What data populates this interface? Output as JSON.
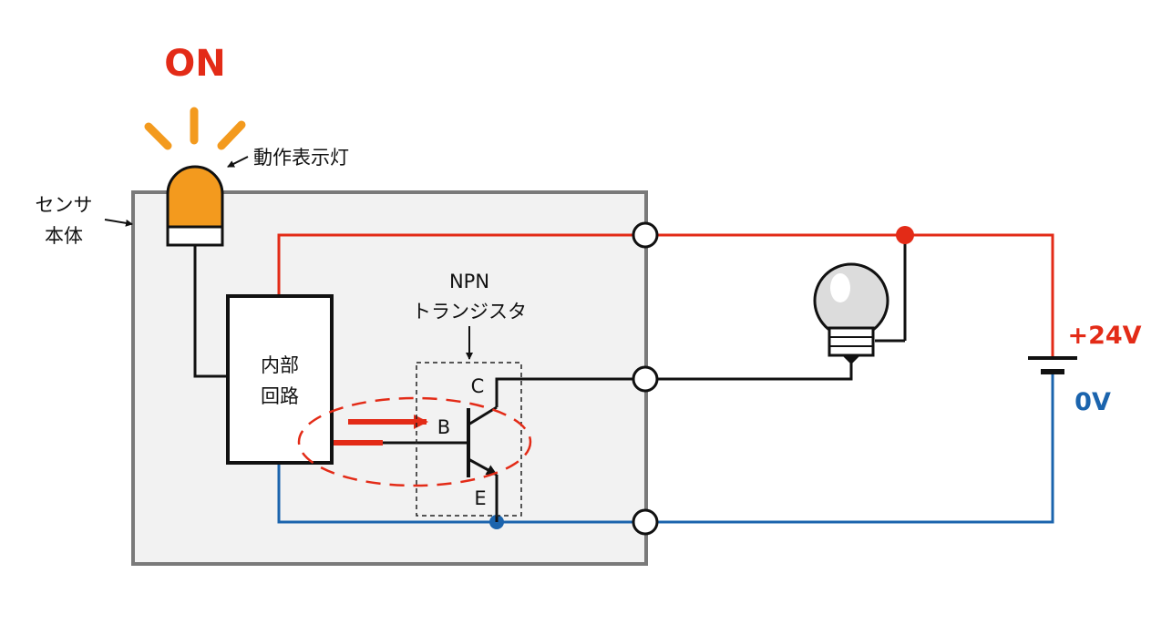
{
  "status": {
    "text": "ON",
    "color": "#e32b17"
  },
  "indicator": {
    "label": "動作表示灯",
    "icon": "warning-lamp-icon",
    "color": "#f39a1e"
  },
  "sensor": {
    "label_line1": "センサ",
    "label_line2": "本体"
  },
  "internal_circuit": {
    "line1": "内部",
    "line2": "回路"
  },
  "transistor": {
    "label_line1": "NPN",
    "label_line2": "トランジスタ",
    "pin_c": "C",
    "pin_b": "B",
    "pin_e": "E"
  },
  "power": {
    "positive": {
      "text": "+24V",
      "color": "#e32b17"
    },
    "negative": {
      "text": "0V",
      "color": "#1b64ad"
    }
  },
  "load": {
    "icon": "light-bulb-icon"
  },
  "colors": {
    "positive_wire": "#e32b17",
    "negative_wire": "#1b64ad",
    "signal_wire": "#111111",
    "sensor_fill": "#f2f2f2",
    "sensor_border": "#7a7a7a",
    "highlight": "#e32b17"
  }
}
